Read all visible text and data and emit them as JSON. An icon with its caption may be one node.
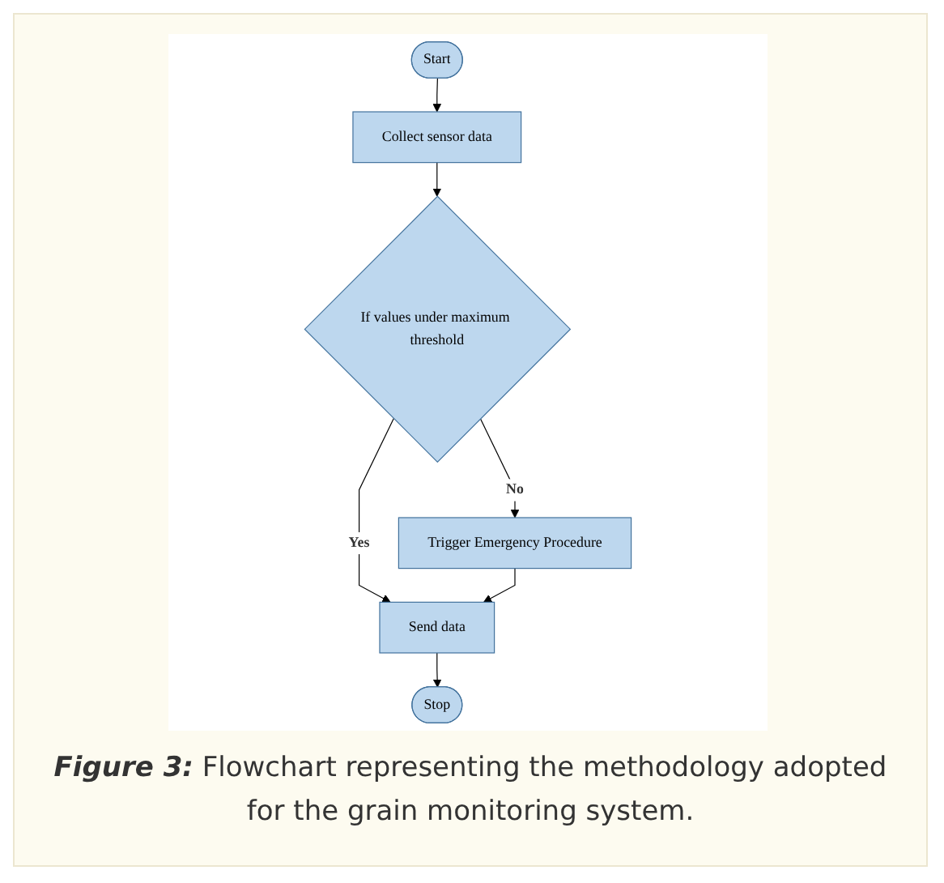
{
  "diagram": {
    "caption": "**Figure 3:** Flowchart representing the methodology adopted for the grain monitoring system.",
    "nodes": [
      {
        "text": [
          "Start"
        ]
      },
      {
        "text": [
          "Collect sensor data"
        ]
      },
      {
        "text": [
          "If values under maximum threshold"
        ]
      },
      {
        "text": [
          "Trigger Emergency Procedure"
        ]
      },
      {
        "text": [
          "Send data"
        ]
      },
      {
        "text": [
          "Stop"
        ]
      }
    ],
    "edges": [
      {
        "from": 0,
        "to": 1,
        "arrow": "to"
      },
      {
        "from": 1,
        "to": 2,
        "arrow": "to"
      },
      {
        "from": 2,
        "to": 3,
        "arrow": "to",
        "label": "No"
      },
      {
        "from": 2,
        "to": 4,
        "arrow": "to",
        "label": "Yes"
      },
      {
        "from": 3,
        "to": 4,
        "arrow": "to"
      },
      {
        "from": 4,
        "to": 5,
        "arrow": "to"
      }
    ]
  }
}
